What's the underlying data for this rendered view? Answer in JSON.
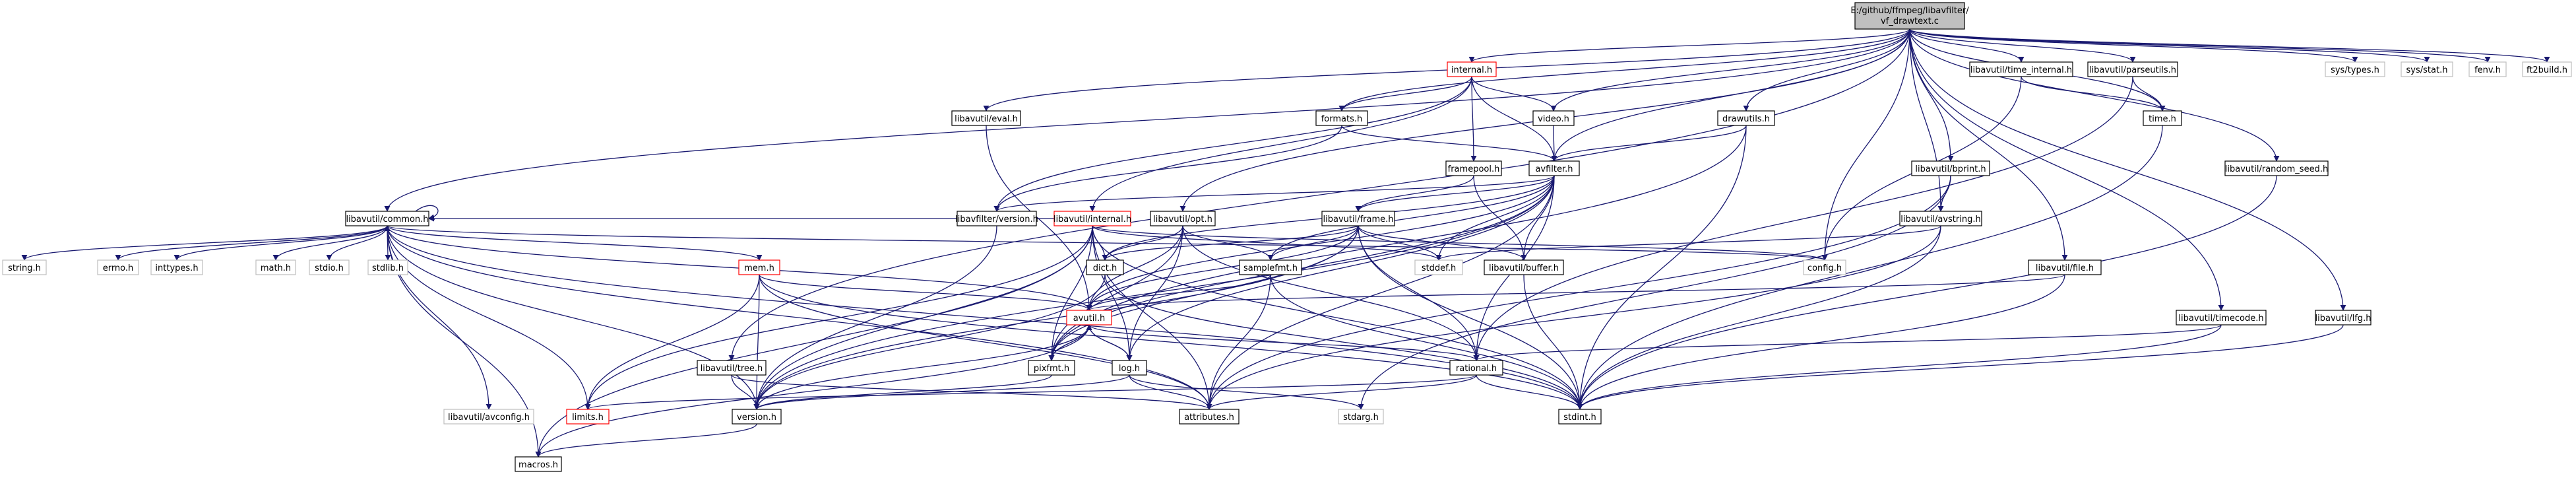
{
  "colors": {
    "edge": "#191970",
    "root_fill": "#bfbfbf",
    "root_stroke": "#000000",
    "normal_fill": "#ffffff",
    "normal_stroke": "#000000",
    "highlight_stroke": "#ff0000",
    "external_stroke": "#bfbfbf"
  },
  "nodes": [
    {
      "id": "root",
      "label": "E:/github/ffmpeg/libavfilter/vf_drawtext.c",
      "kind": "root"
    },
    {
      "id": "internal",
      "label": "internal.h",
      "kind": "highlight"
    },
    {
      "id": "video",
      "label": "video.h",
      "kind": "normal"
    },
    {
      "id": "formats",
      "label": "formats.h",
      "kind": "normal"
    },
    {
      "id": "eval",
      "label": "libavutil/eval.h",
      "kind": "normal"
    },
    {
      "id": "drawutils",
      "label": "drawutils.h",
      "kind": "normal"
    },
    {
      "id": "time_internal",
      "label": "libavutil/time_internal.h",
      "kind": "normal"
    },
    {
      "id": "parseutils",
      "label": "libavutil/parseutils.h",
      "kind": "normal"
    },
    {
      "id": "sys_types",
      "label": "sys/types.h",
      "kind": "external"
    },
    {
      "id": "sys_stat",
      "label": "sys/stat.h",
      "kind": "external"
    },
    {
      "id": "fenv",
      "label": "fenv.h",
      "kind": "external"
    },
    {
      "id": "ft2build",
      "label": "ft2build.h",
      "kind": "external"
    },
    {
      "id": "time",
      "label": "time.h",
      "kind": "normal"
    },
    {
      "id": "framepool",
      "label": "framepool.h",
      "kind": "normal"
    },
    {
      "id": "avfilter",
      "label": "avfilter.h",
      "kind": "normal"
    },
    {
      "id": "bprint",
      "label": "libavutil/bprint.h",
      "kind": "normal"
    },
    {
      "id": "random_seed",
      "label": "libavutil/random_seed.h",
      "kind": "normal"
    },
    {
      "id": "common",
      "label": "libavutil/common.h",
      "kind": "normal"
    },
    {
      "id": "lfversion",
      "label": "libavfilter/version.h",
      "kind": "normal"
    },
    {
      "id": "avinternal",
      "label": "libavutil/internal.h",
      "kind": "highlight"
    },
    {
      "id": "opt",
      "label": "libavutil/opt.h",
      "kind": "normal"
    },
    {
      "id": "frame",
      "label": "libavutil/frame.h",
      "kind": "normal"
    },
    {
      "id": "avstring",
      "label": "libavutil/avstring.h",
      "kind": "normal"
    },
    {
      "id": "config",
      "label": "config.h",
      "kind": "external"
    },
    {
      "id": "string",
      "label": "string.h",
      "kind": "external"
    },
    {
      "id": "errno",
      "label": "errno.h",
      "kind": "external"
    },
    {
      "id": "inttypes",
      "label": "inttypes.h",
      "kind": "external"
    },
    {
      "id": "math",
      "label": "math.h",
      "kind": "external"
    },
    {
      "id": "stdio",
      "label": "stdio.h",
      "kind": "external"
    },
    {
      "id": "stdlib",
      "label": "stdlib.h",
      "kind": "external"
    },
    {
      "id": "mem",
      "label": "mem.h",
      "kind": "highlight"
    },
    {
      "id": "dict",
      "label": "dict.h",
      "kind": "normal"
    },
    {
      "id": "samplefmt",
      "label": "samplefmt.h",
      "kind": "normal"
    },
    {
      "id": "stddef",
      "label": "stddef.h",
      "kind": "external"
    },
    {
      "id": "buffer",
      "label": "libavutil/buffer.h",
      "kind": "normal"
    },
    {
      "id": "file",
      "label": "libavutil/file.h",
      "kind": "normal"
    },
    {
      "id": "avutil",
      "label": "avutil.h",
      "kind": "highlight"
    },
    {
      "id": "timecode",
      "label": "libavutil/timecode.h",
      "kind": "normal"
    },
    {
      "id": "lfg",
      "label": "libavutil/lfg.h",
      "kind": "normal"
    },
    {
      "id": "pixfmt",
      "label": "pixfmt.h",
      "kind": "normal"
    },
    {
      "id": "tree",
      "label": "libavutil/tree.h",
      "kind": "normal"
    },
    {
      "id": "rational",
      "label": "rational.h",
      "kind": "normal"
    },
    {
      "id": "log",
      "label": "log.h",
      "kind": "normal"
    },
    {
      "id": "avconfig",
      "label": "libavutil/avconfig.h",
      "kind": "external"
    },
    {
      "id": "limits",
      "label": "limits.h",
      "kind": "highlight"
    },
    {
      "id": "version",
      "label": "version.h",
      "kind": "normal"
    },
    {
      "id": "attributes",
      "label": "attributes.h",
      "kind": "normal"
    },
    {
      "id": "stdarg",
      "label": "stdarg.h",
      "kind": "external"
    },
    {
      "id": "stdint",
      "label": "stdint.h",
      "kind": "normal"
    },
    {
      "id": "macros",
      "label": "macros.h",
      "kind": "normal"
    }
  ],
  "edges": [
    [
      "root",
      "internal"
    ],
    [
      "root",
      "video"
    ],
    [
      "root",
      "formats"
    ],
    [
      "root",
      "eval"
    ],
    [
      "root",
      "drawutils"
    ],
    [
      "root",
      "time_internal"
    ],
    [
      "root",
      "parseutils"
    ],
    [
      "root",
      "sys_types"
    ],
    [
      "root",
      "sys_stat"
    ],
    [
      "root",
      "fenv"
    ],
    [
      "root",
      "ft2build"
    ],
    [
      "root",
      "common"
    ],
    [
      "root",
      "avfilter"
    ],
    [
      "root",
      "opt"
    ],
    [
      "root",
      "tree"
    ],
    [
      "root",
      "config"
    ],
    [
      "root",
      "bprint"
    ],
    [
      "root",
      "avstring"
    ],
    [
      "root",
      "file"
    ],
    [
      "root",
      "timecode"
    ],
    [
      "root",
      "random_seed"
    ],
    [
      "root",
      "lfg"
    ],
    [
      "root",
      "time"
    ],
    [
      "internal",
      "formats"
    ],
    [
      "internal",
      "video"
    ],
    [
      "internal",
      "framepool"
    ],
    [
      "internal",
      "avfilter"
    ],
    [
      "internal",
      "lfversion"
    ],
    [
      "internal",
      "avinternal"
    ],
    [
      "video",
      "avfilter"
    ],
    [
      "formats",
      "avfilter"
    ],
    [
      "formats",
      "lfversion"
    ],
    [
      "eval",
      "avutil"
    ],
    [
      "drawutils",
      "avfilter"
    ],
    [
      "drawutils",
      "pixfmt"
    ],
    [
      "drawutils",
      "stdint"
    ],
    [
      "time_internal",
      "config"
    ],
    [
      "time_internal",
      "time"
    ],
    [
      "parseutils",
      "time"
    ],
    [
      "parseutils",
      "rational"
    ],
    [
      "time",
      "stdint"
    ],
    [
      "framepool",
      "frame"
    ],
    [
      "framepool",
      "buffer"
    ],
    [
      "avfilter",
      "lfversion"
    ],
    [
      "avfilter",
      "attributes"
    ],
    [
      "avfilter",
      "avutil"
    ],
    [
      "avfilter",
      "buffer"
    ],
    [
      "avfilter",
      "dict"
    ],
    [
      "avfilter",
      "frame"
    ],
    [
      "avfilter",
      "log"
    ],
    [
      "avfilter",
      "samplefmt"
    ],
    [
      "avfilter",
      "pixfmt"
    ],
    [
      "avfilter",
      "rational"
    ],
    [
      "avfilter",
      "stddef"
    ],
    [
      "avfilter",
      "version"
    ],
    [
      "bprint",
      "avstring"
    ],
    [
      "bprint",
      "attributes"
    ],
    [
      "bprint",
      "stdarg"
    ],
    [
      "random_seed",
      "stdint"
    ],
    [
      "common",
      "common"
    ],
    [
      "common",
      "errno"
    ],
    [
      "common",
      "inttypes"
    ],
    [
      "common",
      "limits"
    ],
    [
      "common",
      "math"
    ],
    [
      "common",
      "stdint"
    ],
    [
      "common",
      "stdio"
    ],
    [
      "common",
      "stdlib"
    ],
    [
      "common",
      "string"
    ],
    [
      "common",
      "attributes"
    ],
    [
      "common",
      "macros"
    ],
    [
      "common",
      "version"
    ],
    [
      "common",
      "avconfig"
    ],
    [
      "common",
      "mem"
    ],
    [
      "common",
      "config"
    ],
    [
      "lfversion",
      "version"
    ],
    [
      "avinternal",
      "limits"
    ],
    [
      "avinternal",
      "stdint"
    ],
    [
      "avinternal",
      "stddef"
    ],
    [
      "avinternal",
      "attributes"
    ],
    [
      "avinternal",
      "dict"
    ],
    [
      "avinternal",
      "macros"
    ],
    [
      "avinternal",
      "pixfmt"
    ],
    [
      "avinternal",
      "version"
    ],
    [
      "avinternal",
      "config"
    ],
    [
      "avinternal",
      "common"
    ],
    [
      "avinternal",
      "log"
    ],
    [
      "opt",
      "rational"
    ],
    [
      "opt",
      "avutil"
    ],
    [
      "opt",
      "dict"
    ],
    [
      "opt",
      "log"
    ],
    [
      "opt",
      "pixfmt"
    ],
    [
      "opt",
      "samplefmt"
    ],
    [
      "frame",
      "stdint"
    ],
    [
      "frame",
      "avutil"
    ],
    [
      "frame",
      "buffer"
    ],
    [
      "frame",
      "dict"
    ],
    [
      "frame",
      "rational"
    ],
    [
      "frame",
      "samplefmt"
    ],
    [
      "frame",
      "pixfmt"
    ],
    [
      "frame",
      "version"
    ],
    [
      "frame",
      "stddef"
    ],
    [
      "avstring",
      "stddef"
    ],
    [
      "avstring",
      "stdint"
    ],
    [
      "avstring",
      "attributes"
    ],
    [
      "mem",
      "limits"
    ],
    [
      "mem",
      "stdint"
    ],
    [
      "mem",
      "attributes"
    ],
    [
      "mem",
      "error"
    ],
    [
      "mem",
      "avutil"
    ],
    [
      "mem",
      "version"
    ],
    [
      "dict",
      "stdint"
    ],
    [
      "dict",
      "version"
    ],
    [
      "samplefmt",
      "stdint"
    ],
    [
      "samplefmt",
      "avutil"
    ],
    [
      "samplefmt",
      "attributes"
    ],
    [
      "buffer",
      "stdint"
    ],
    [
      "file",
      "stdint"
    ],
    [
      "file",
      "avutil"
    ],
    [
      "avutil",
      "common"
    ],
    [
      "avutil",
      "error"
    ],
    [
      "avutil",
      "rational"
    ],
    [
      "avutil",
      "version"
    ],
    [
      "avutil",
      "macros"
    ],
    [
      "avutil",
      "mathematics"
    ],
    [
      "avutil",
      "log"
    ],
    [
      "avutil",
      "pixfmt"
    ],
    [
      "timecode",
      "stdint"
    ],
    [
      "timecode",
      "rational"
    ],
    [
      "lfg",
      "stdint"
    ],
    [
      "pixfmt",
      "avutil"
    ],
    [
      "pixfmt",
      "version"
    ],
    [
      "tree",
      "attributes"
    ],
    [
      "tree",
      "version"
    ],
    [
      "rational",
      "stdint"
    ],
    [
      "rational",
      "limits"
    ],
    [
      "rational",
      "attributes"
    ],
    [
      "log",
      "stdarg"
    ],
    [
      "log",
      "avutil"
    ],
    [
      "log",
      "attributes"
    ],
    [
      "log",
      "version"
    ],
    [
      "version",
      "macros"
    ]
  ]
}
